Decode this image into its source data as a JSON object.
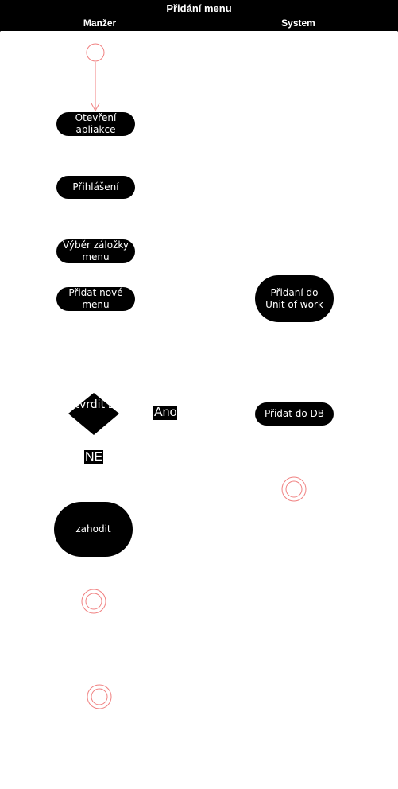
{
  "diagram": {
    "title": "Přidání menu",
    "lanes": [
      "Manžer",
      "System"
    ],
    "nodes": {
      "open_app": "Otevření apliakce",
      "login": "Přihlášení",
      "select_tab": "Výběr záložky menu",
      "add_new_menu": "Přidat nové menu",
      "add_to_uow": "Přidaní do Unit of work",
      "confirm": "Potvrdit změny",
      "add_to_db": "Přidat do DB",
      "discard": "zahodit"
    },
    "labels": {
      "yes": "Ano",
      "no": "NE"
    },
    "colors": {
      "node_fill": "#000000",
      "node_text": "#ffffff",
      "marker_stroke": "#f08080"
    }
  }
}
